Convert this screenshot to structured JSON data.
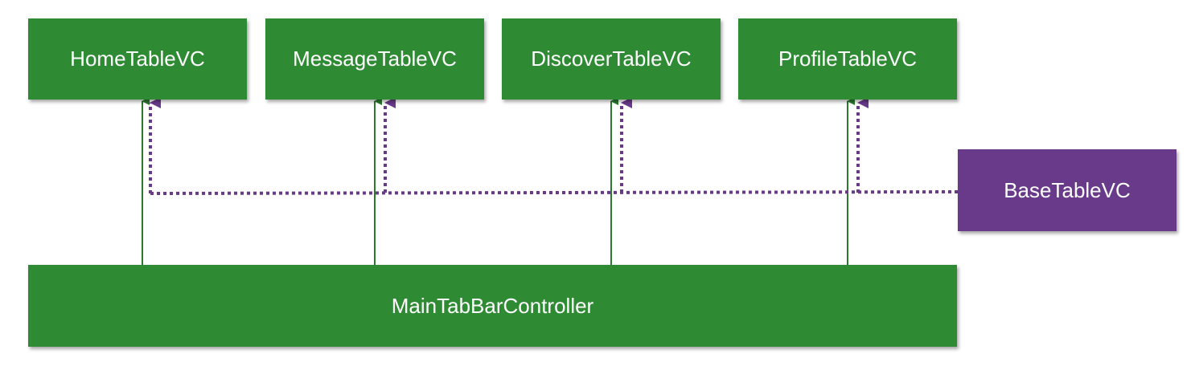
{
  "diagram": {
    "view_controllers": [
      {
        "label": "HomeTableVC"
      },
      {
        "label": "MessageTableVC"
      },
      {
        "label": "DiscoverTableVC"
      },
      {
        "label": "ProfileTableVC"
      }
    ],
    "base": {
      "label": "BaseTableVC"
    },
    "main": {
      "label": "MainTabBarController"
    }
  },
  "colors": {
    "node_green": "#2e8b34",
    "node_purple": "#6a3a8a",
    "composition_arrow": "#2a7a2e",
    "inheritance_arrow": "#6a3a8a"
  }
}
